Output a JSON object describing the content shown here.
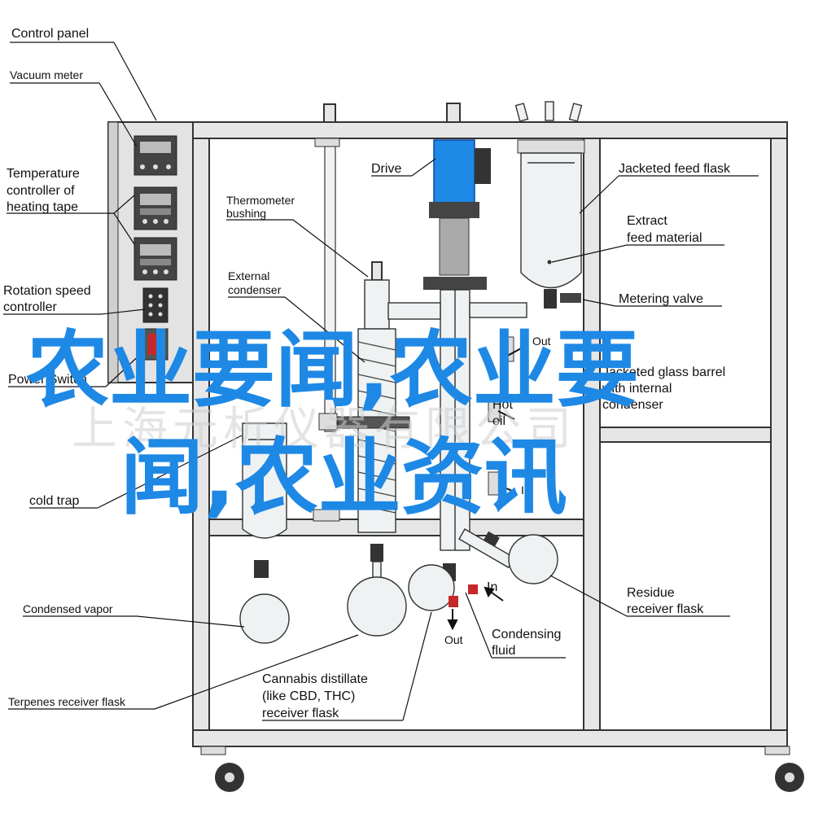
{
  "labels": {
    "control_panel": "Control panel",
    "vacuum_meter": "Vacuum meter",
    "temp_ctrl_1": "Temperature",
    "temp_ctrl_2": "controller of",
    "temp_ctrl_3": "heating tape",
    "rotation_1": "Rotation speed",
    "rotation_2": "controller",
    "power_switch": "Power Switch",
    "cold_trap": "cold trap",
    "condensed_vapor": "Condensed vapor",
    "terpenes": "Terpenes receiver flask",
    "thermo_1": "Thermometer",
    "thermo_2": "bushing",
    "ext_cond_1": "External",
    "ext_cond_2": "condenser",
    "drive": "Drive",
    "jacketed_feed": "Jacketed feed flask",
    "extract_1": "Extract",
    "extract_2": "feed material",
    "metering_valve": "Metering valve",
    "out_top": "Out",
    "jacketed_barrel_1": "Jacketed glass barrel",
    "jacketed_barrel_2": "with internal",
    "jacketed_barrel_3": "condenser",
    "hot_oil_1": "Hot",
    "hot_oil_2": "oil",
    "in_mid": "In",
    "residue_1": "Residue",
    "residue_2": "receiver flask",
    "in_low": "In",
    "out_low": "Out",
    "condensing_1": "Condensing",
    "condensing_2": "fluid",
    "cannabis_1": "Cannabis distillate",
    "cannabis_2": "(like CBD, THC)",
    "cannabis_3": "receiver flask"
  },
  "overlay": {
    "line1": "农业要闻,农业要",
    "line2": "闻,农业资讯",
    "watermark": "上海元析仪器有限公司"
  }
}
